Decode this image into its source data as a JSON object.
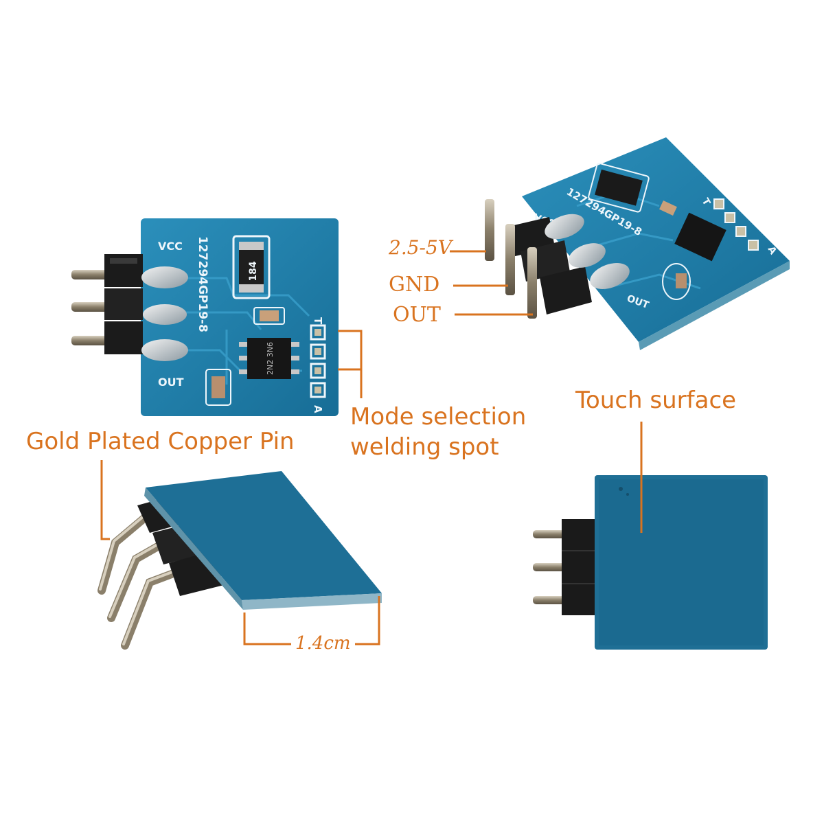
{
  "labels": {
    "vcc_voltage": "2.5-5V",
    "gnd": "GND",
    "out": "OUT",
    "mode_selection_line1": "Mode selection",
    "mode_selection_line2": "welding spot",
    "gold_pin": "Gold Plated Copper Pin",
    "touch_surface": "Touch surface",
    "width": "1.4cm"
  },
  "silkscreen": {
    "vcc": "VCC",
    "out": "OUT",
    "part_number": "127294GP19-8",
    "pad_t": "T",
    "pad_a": "A",
    "chip_code": "2N2 3N6",
    "resistor_code": "184"
  },
  "colors": {
    "pcb_blue": "#1f7fa8",
    "pcb_dark": "#0f5a80",
    "callout_orange": "#d9731f",
    "header_black": "#1b1b1b",
    "pin_gold": "#a89878"
  }
}
